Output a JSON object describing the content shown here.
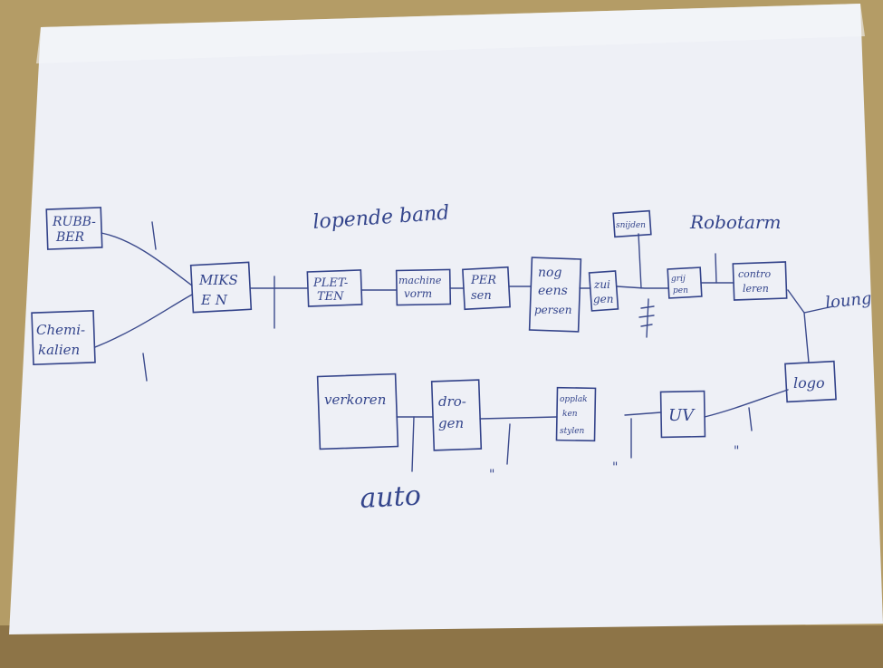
{
  "diagram": {
    "boxes": {
      "rubber": [
        "RUBB-",
        "BER"
      ],
      "chemicals": [
        "Chemi-",
        "kalien"
      ],
      "mix": [
        "MIKS",
        "E N"
      ],
      "weave": [
        "PLET-",
        "TEN"
      ],
      "mould": [
        "machine",
        "vorm"
      ],
      "press": [
        "PER",
        "sen"
      ],
      "recut": [
        "nog",
        "eens",
        "persen"
      ],
      "suck": [
        "zui",
        "gen"
      ],
      "robot_tool": [
        "snijden"
      ],
      "grab": [
        "grij",
        "pen"
      ],
      "inspect": [
        "contro",
        "leren"
      ],
      "logo": [
        "logo"
      ],
      "uv": [
        "UV"
      ],
      "stick": [
        "opplak",
        "ken",
        "stylen"
      ],
      "dry": [
        "dro-",
        "gen"
      ],
      "pack": [
        "verkoren"
      ]
    },
    "labels": {
      "conveyor": "lopende band",
      "robot_arm": "Robotarm",
      "truck": "auto",
      "side_arrow": "loung",
      "mark_a": "\"",
      "mark_b": "\"",
      "mark_c": "\""
    }
  }
}
